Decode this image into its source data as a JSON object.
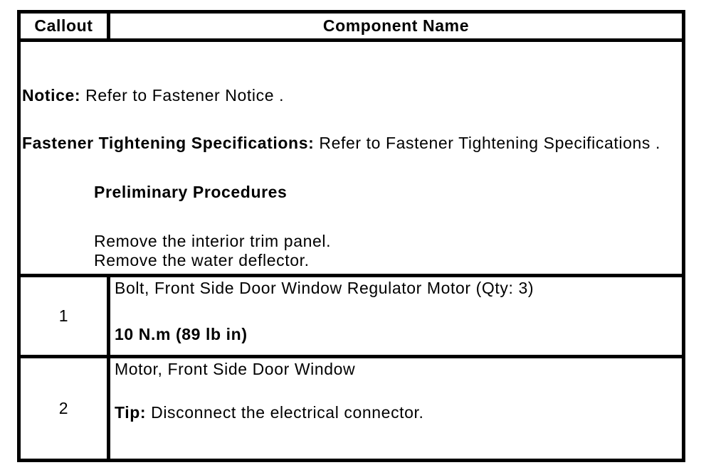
{
  "table": {
    "header": {
      "callout": "Callout",
      "component": "Component Name"
    },
    "preliminary_cell": {
      "notice_label": "Notice:",
      "notice_text": " Refer to Fastener Notice .",
      "fastener_label": "Fastener Tightening Specifications:",
      "fastener_text": " Refer to Fastener Tightening Specifications .",
      "preliminary_title": "Preliminary Procedures",
      "steps": [
        "Remove the interior trim panel.",
        "Remove the water deflector."
      ]
    },
    "rows": [
      {
        "callout": "1",
        "name": "Bolt, Front Side Door Window Regulator Motor (Qty: 3)",
        "torque": "10 N.m (89 lb in)"
      },
      {
        "callout": "2",
        "name": "Motor, Front Side Door Window",
        "tip_label": "Tip:",
        "tip_text": " Disconnect the electrical connector."
      }
    ]
  },
  "colors": {
    "border": "#000000",
    "background": "#ffffff",
    "text": "#000000"
  }
}
